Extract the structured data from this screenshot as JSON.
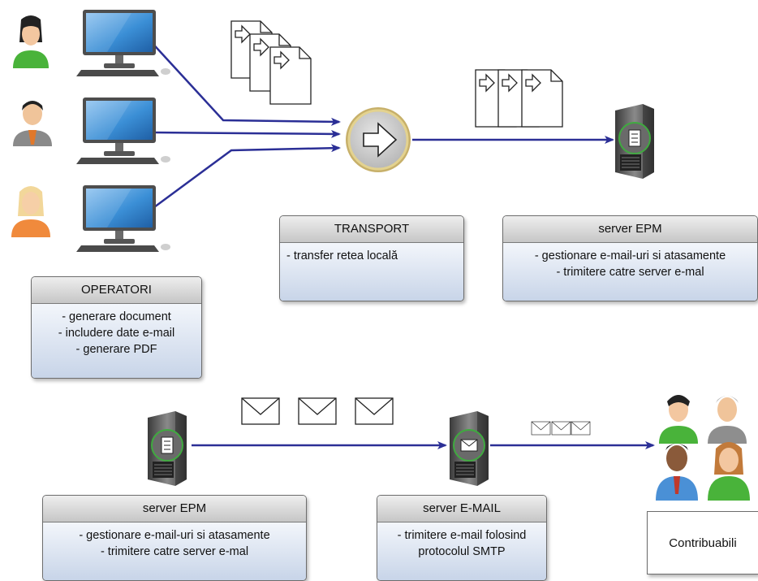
{
  "operators_box": {
    "title": "OPERATORI",
    "lines": [
      "- generare document",
      "- includere date e-mail",
      "- generare PDF"
    ]
  },
  "transport_box": {
    "title": "TRANSPORT",
    "lines": [
      "- transfer retea locală"
    ]
  },
  "server_epm_box_top": {
    "title": "server EPM",
    "lines": [
      "- gestionare e-mail-uri si atasamente",
      "- trimitere catre server e-mal"
    ]
  },
  "server_epm_box_bottom": {
    "title": "server EPM",
    "lines": [
      "- gestionare e-mail-uri si atasamente",
      "- trimitere catre server e-mal"
    ]
  },
  "server_email_box": {
    "title": "server E-MAIL",
    "lines": [
      "- trimitere e-mail folosind",
      "protocolul SMTP"
    ]
  },
  "recipients_box": {
    "label": "Contribuabili"
  },
  "icons": {
    "operators": [
      "operator-woman-icon",
      "operator-man-icon",
      "operator-blonde-icon"
    ],
    "computers": [
      "desktop-computer-icon",
      "desktop-computer-icon",
      "desktop-computer-icon"
    ],
    "transport": "transport-arrow-icon",
    "documents": "pdf-document-icon",
    "server_epm": "server-epm-icon",
    "server_email": "server-email-icon",
    "envelope": "envelope-icon",
    "recipients": "recipients-group-icon"
  },
  "colors": {
    "connector": "#2b2f96",
    "box_header": "#d4d4d4",
    "box_body": "#d8e1ef",
    "monitor": "#2f7ec4",
    "server_ring": "#3faa3f"
  }
}
